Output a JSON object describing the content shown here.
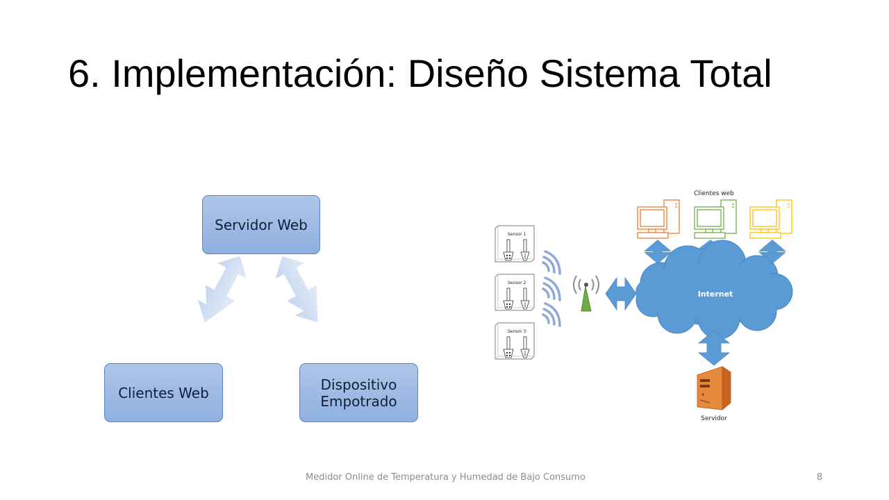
{
  "slide": {
    "title": "6. Implementación: Diseño Sistema Total",
    "footer_text": "Medidor Online de Temperatura y Humedad de Bajo Consumo",
    "page_number": "8"
  },
  "cycle_diagram": {
    "nodes": {
      "top": "Servidor Web",
      "left": "Clientes Web",
      "right": "Dispositivo\nEmpotrado"
    }
  },
  "network_diagram": {
    "clients_caption": "Clientes web",
    "cloud_label": "Internet",
    "server_caption": "Servidor",
    "sensors": [
      "Sensor 1",
      "Sensor 2",
      "Sensor 3"
    ],
    "colors": {
      "arrow": "#5b9bd5",
      "cloud": "#5b9bd5",
      "antenna": "#70ad47",
      "client_1": "#ed7d31",
      "client_2": "#70ad47",
      "client_3": "#ffc000",
      "server": "#e07b2a"
    }
  }
}
